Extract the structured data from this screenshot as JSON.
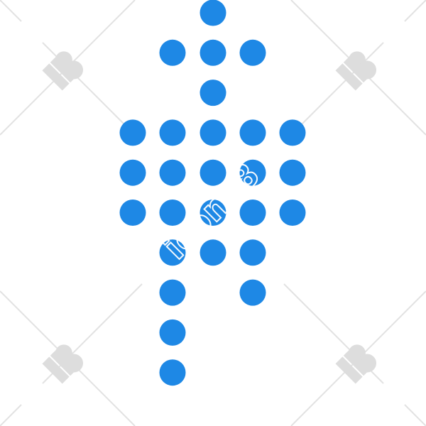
{
  "icon": {
    "name": "dot-matrix-figure-icon",
    "dot_color": "#1E88E5",
    "rows": [
      [
        0,
        0,
        1,
        0,
        0
      ],
      [
        0,
        1,
        1,
        1,
        0
      ],
      [
        0,
        0,
        1,
        0,
        0
      ],
      [
        1,
        1,
        1,
        1,
        1
      ],
      [
        1,
        1,
        1,
        1,
        1
      ],
      [
        1,
        1,
        1,
        1,
        1
      ],
      [
        0,
        1,
        1,
        1,
        0
      ],
      [
        0,
        1,
        0,
        1,
        0
      ],
      [
        0,
        1,
        0,
        0,
        0
      ],
      [
        0,
        1,
        0,
        0,
        0
      ]
    ]
  },
  "watermark": {
    "text": "icons8",
    "logo_color": "#DDDDDD",
    "line_color": "#E2E2E2"
  }
}
